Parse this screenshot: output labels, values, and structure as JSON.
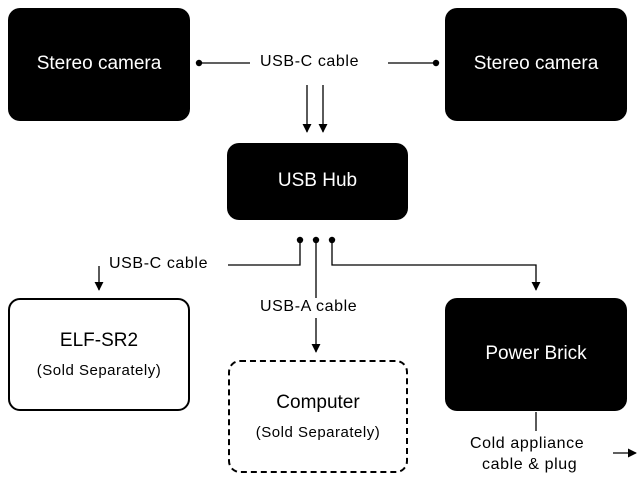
{
  "nodes": {
    "camera_left": {
      "title": "Stereo camera"
    },
    "camera_right": {
      "title": "Stereo camera"
    },
    "usb_hub": {
      "title": "USB Hub"
    },
    "elf_sr2": {
      "title": "ELF-SR2",
      "subtitle": "(Sold Separately)"
    },
    "computer": {
      "title": "Computer",
      "subtitle": "(Sold Separately)"
    },
    "power_brick": {
      "title": "Power Brick"
    }
  },
  "edges": {
    "cameras_to_hub": "USB-C cable",
    "hub_to_elf": "USB-C cable",
    "hub_to_computer": "USB-A cable",
    "power_cable_line1": "Cold appliance",
    "power_cable_line2": "cable & plug"
  },
  "colors": {
    "stroke": "#000000",
    "node_fill": "#000000",
    "node_text": "#ffffff"
  }
}
